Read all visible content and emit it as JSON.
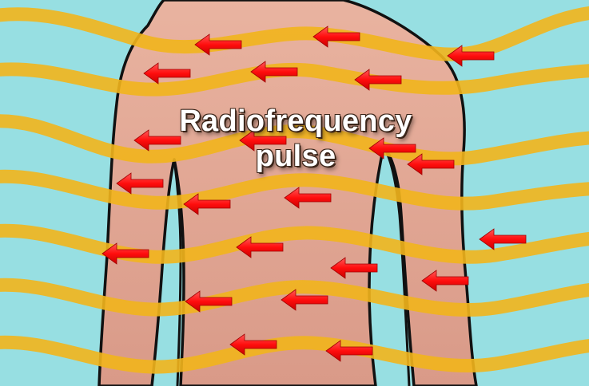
{
  "diagram": {
    "caption_lines": [
      "Radiofrequency",
      "pulse"
    ],
    "colors": {
      "background": "#97dfe2",
      "skin": "#e0a491",
      "outline": "#111111",
      "wave": "#f2b51c",
      "arrow": "#ff1010"
    },
    "wave_count": 7,
    "arrow_count": 22
  }
}
